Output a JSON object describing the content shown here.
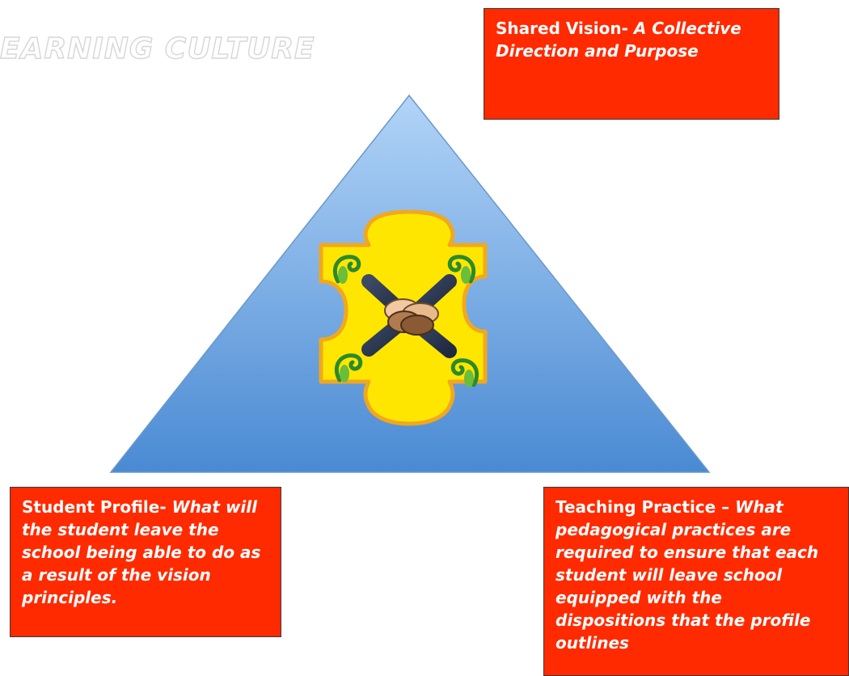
{
  "title": "EARNING CULTURE",
  "boxes": {
    "vision": {
      "lead": "Shared Vision- ",
      "rest": "A Collective Direction and Purpose"
    },
    "student": {
      "lead": "Student Profile- ",
      "rest": "What will the student leave the school being able to do as a result of the vision principles."
    },
    "teaching": {
      "lead": "Teaching Practice – ",
      "rest": "What pedagogical practices are required to ensure that each student will leave school equipped with the dispositions that the profile outlines"
    }
  },
  "colors": {
    "box_fill": "#ff2a00",
    "triangle_top": "#a9cdf5",
    "triangle_bottom": "#4c8fd6",
    "puzzle_fill": "#ffe800",
    "puzzle_border": "#f0a81e",
    "koru_green": "#2e8b2e"
  },
  "icons": [
    "puzzle-piece-icon",
    "joined-hands-icon",
    "koru-icon"
  ]
}
